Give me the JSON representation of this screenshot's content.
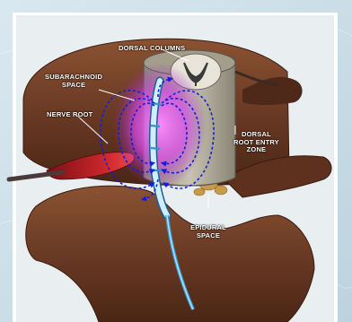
{
  "labels": {
    "dorsal_columns": "DORSAL COLUMNS",
    "subarachnoid_line1": "SUBARACHNOID",
    "subarachnoid_line2": "SPACE",
    "nerve_root": "NERVE ROOT",
    "dorsal_root_entry_line1": "DORSAL",
    "dorsal_root_entry_line2": "ROOT ENTRY",
    "dorsal_root_entry_line3": "ZONE",
    "epidural_line1": "EPIDURAL",
    "epidural_line2": "SPACE"
  },
  "colors": {
    "background": "#cfe0ea",
    "frame": "#ffffff",
    "vertebra": "#6a3a24",
    "dural_sac": "#b6b0a0",
    "field_glow": "#e45bf0",
    "field_lines": "#1020d8",
    "electrode": "#bfe6ff",
    "nerve_root": "#c8232a",
    "lead_wire": "#5fb4e0"
  }
}
